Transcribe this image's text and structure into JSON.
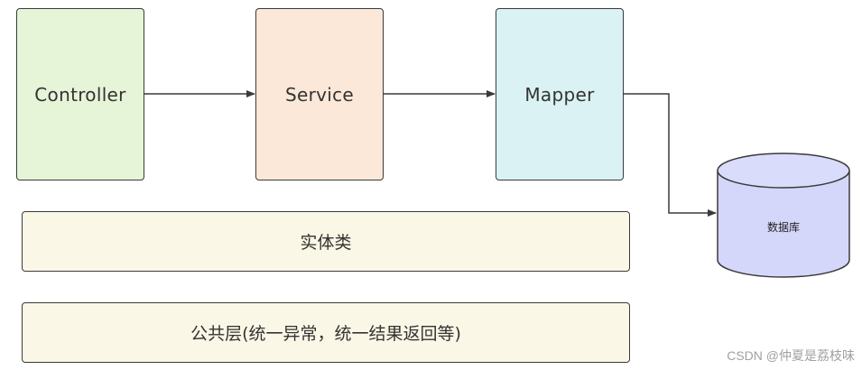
{
  "diagram": {
    "layers": {
      "controller": "Controller",
      "service": "Service",
      "mapper": "Mapper"
    },
    "entity_label": "实体类",
    "common_label": "公共层(统一异常，统一结果返回等)",
    "database_label": "数据库",
    "watermark": "CSDN @仲夏是荔枝味",
    "colors": {
      "controller_fill": "#e6f4d8",
      "service_fill": "#fbe8d8",
      "mapper_fill": "#daf2f3",
      "layer_fill": "#fbf7e6",
      "database_fill": "#d4d7fa",
      "stroke": "#3a3a3a"
    }
  }
}
